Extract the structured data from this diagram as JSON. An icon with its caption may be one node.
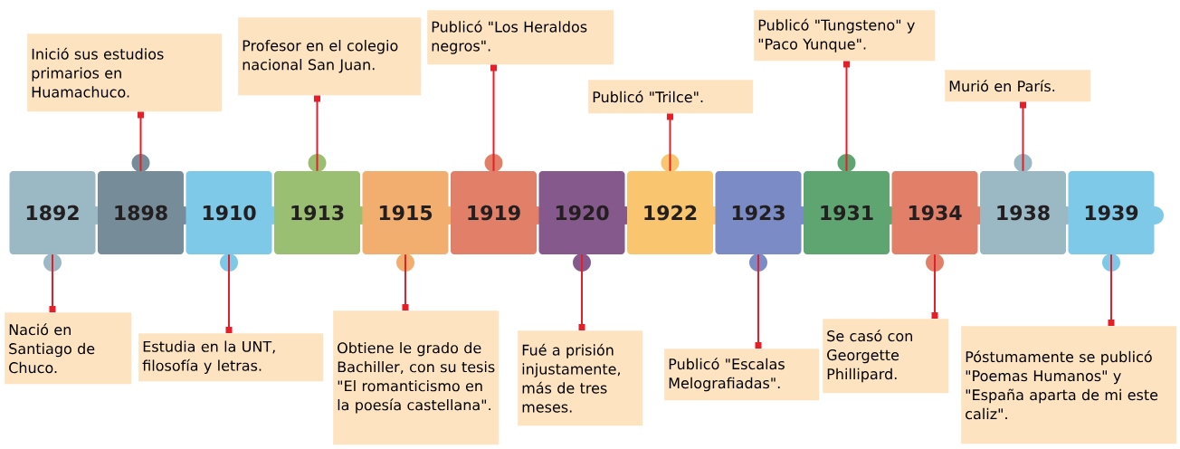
{
  "diagram": {
    "nodes": [
      {
        "text": [
          "1892"
        ]
      },
      {
        "text": [
          "1898"
        ]
      },
      {
        "text": [
          "1910"
        ]
      },
      {
        "text": [
          "1913"
        ]
      },
      {
        "text": [
          "1915"
        ]
      },
      {
        "text": [
          "1919"
        ]
      },
      {
        "text": [
          "1920"
        ]
      },
      {
        "text": [
          "1922"
        ]
      },
      {
        "text": [
          "1923"
        ]
      },
      {
        "text": [
          "1931"
        ]
      },
      {
        "text": [
          "1934"
        ]
      },
      {
        "text": [
          "1938"
        ]
      },
      {
        "text": [
          "1939"
        ]
      },
      {
        "text": [
          "Nació en Santiago de Chuco."
        ]
      },
      {
        "text": [
          "Inició sus estudios primarios en Huamachuco."
        ]
      },
      {
        "text": [
          "Estudia en la UNT, filosofía y letras."
        ]
      },
      {
        "text": [
          "Profesor en el colegio nacional San Juan."
        ]
      },
      {
        "text": [
          "Obtiene le grado de Bachiller, con su tesis \"El romanticismo en la poesía castellana\"."
        ]
      },
      {
        "text": [
          "Publicó \"Los Heraldos negros\"."
        ]
      },
      {
        "text": [
          "Fué a prisión injustamente, más de tres meses."
        ]
      },
      {
        "text": [
          "Publicó \"Trilce\"."
        ]
      },
      {
        "text": [
          "Publicó \"Escalas Melografiadas\"."
        ]
      },
      {
        "text": [
          "Publicó \"Tungsteno\" y \"Paco Yunque\"."
        ]
      },
      {
        "text": [
          "Se casó con Georgette Phillipard."
        ]
      },
      {
        "text": [
          "Murió en París."
        ]
      },
      {
        "text": [
          "Póstumamente se publicó \"Poemas Humanos\" y \"España aparta de mi este caliz\"."
        ]
      }
    ],
    "edges": [
      {
        "from": 0,
        "to": 13,
        "arrow": "other"
      },
      {
        "from": 1,
        "to": 14,
        "arrow": "other"
      },
      {
        "from": 2,
        "to": 15,
        "arrow": "other"
      },
      {
        "from": 3,
        "to": 16,
        "arrow": "other"
      },
      {
        "from": 4,
        "to": 17,
        "arrow": "other"
      },
      {
        "from": 5,
        "to": 18,
        "arrow": "other"
      },
      {
        "from": 6,
        "to": 19,
        "arrow": "other"
      },
      {
        "from": 7,
        "to": 20,
        "arrow": "other"
      },
      {
        "from": 8,
        "to": 21,
        "arrow": "other"
      },
      {
        "from": 9,
        "to": 22,
        "arrow": "other"
      },
      {
        "from": 10,
        "to": 23,
        "arrow": "other"
      },
      {
        "from": 11,
        "to": 24,
        "arrow": "other"
      },
      {
        "from": 12,
        "to": 25,
        "arrow": "other"
      }
    ]
  }
}
